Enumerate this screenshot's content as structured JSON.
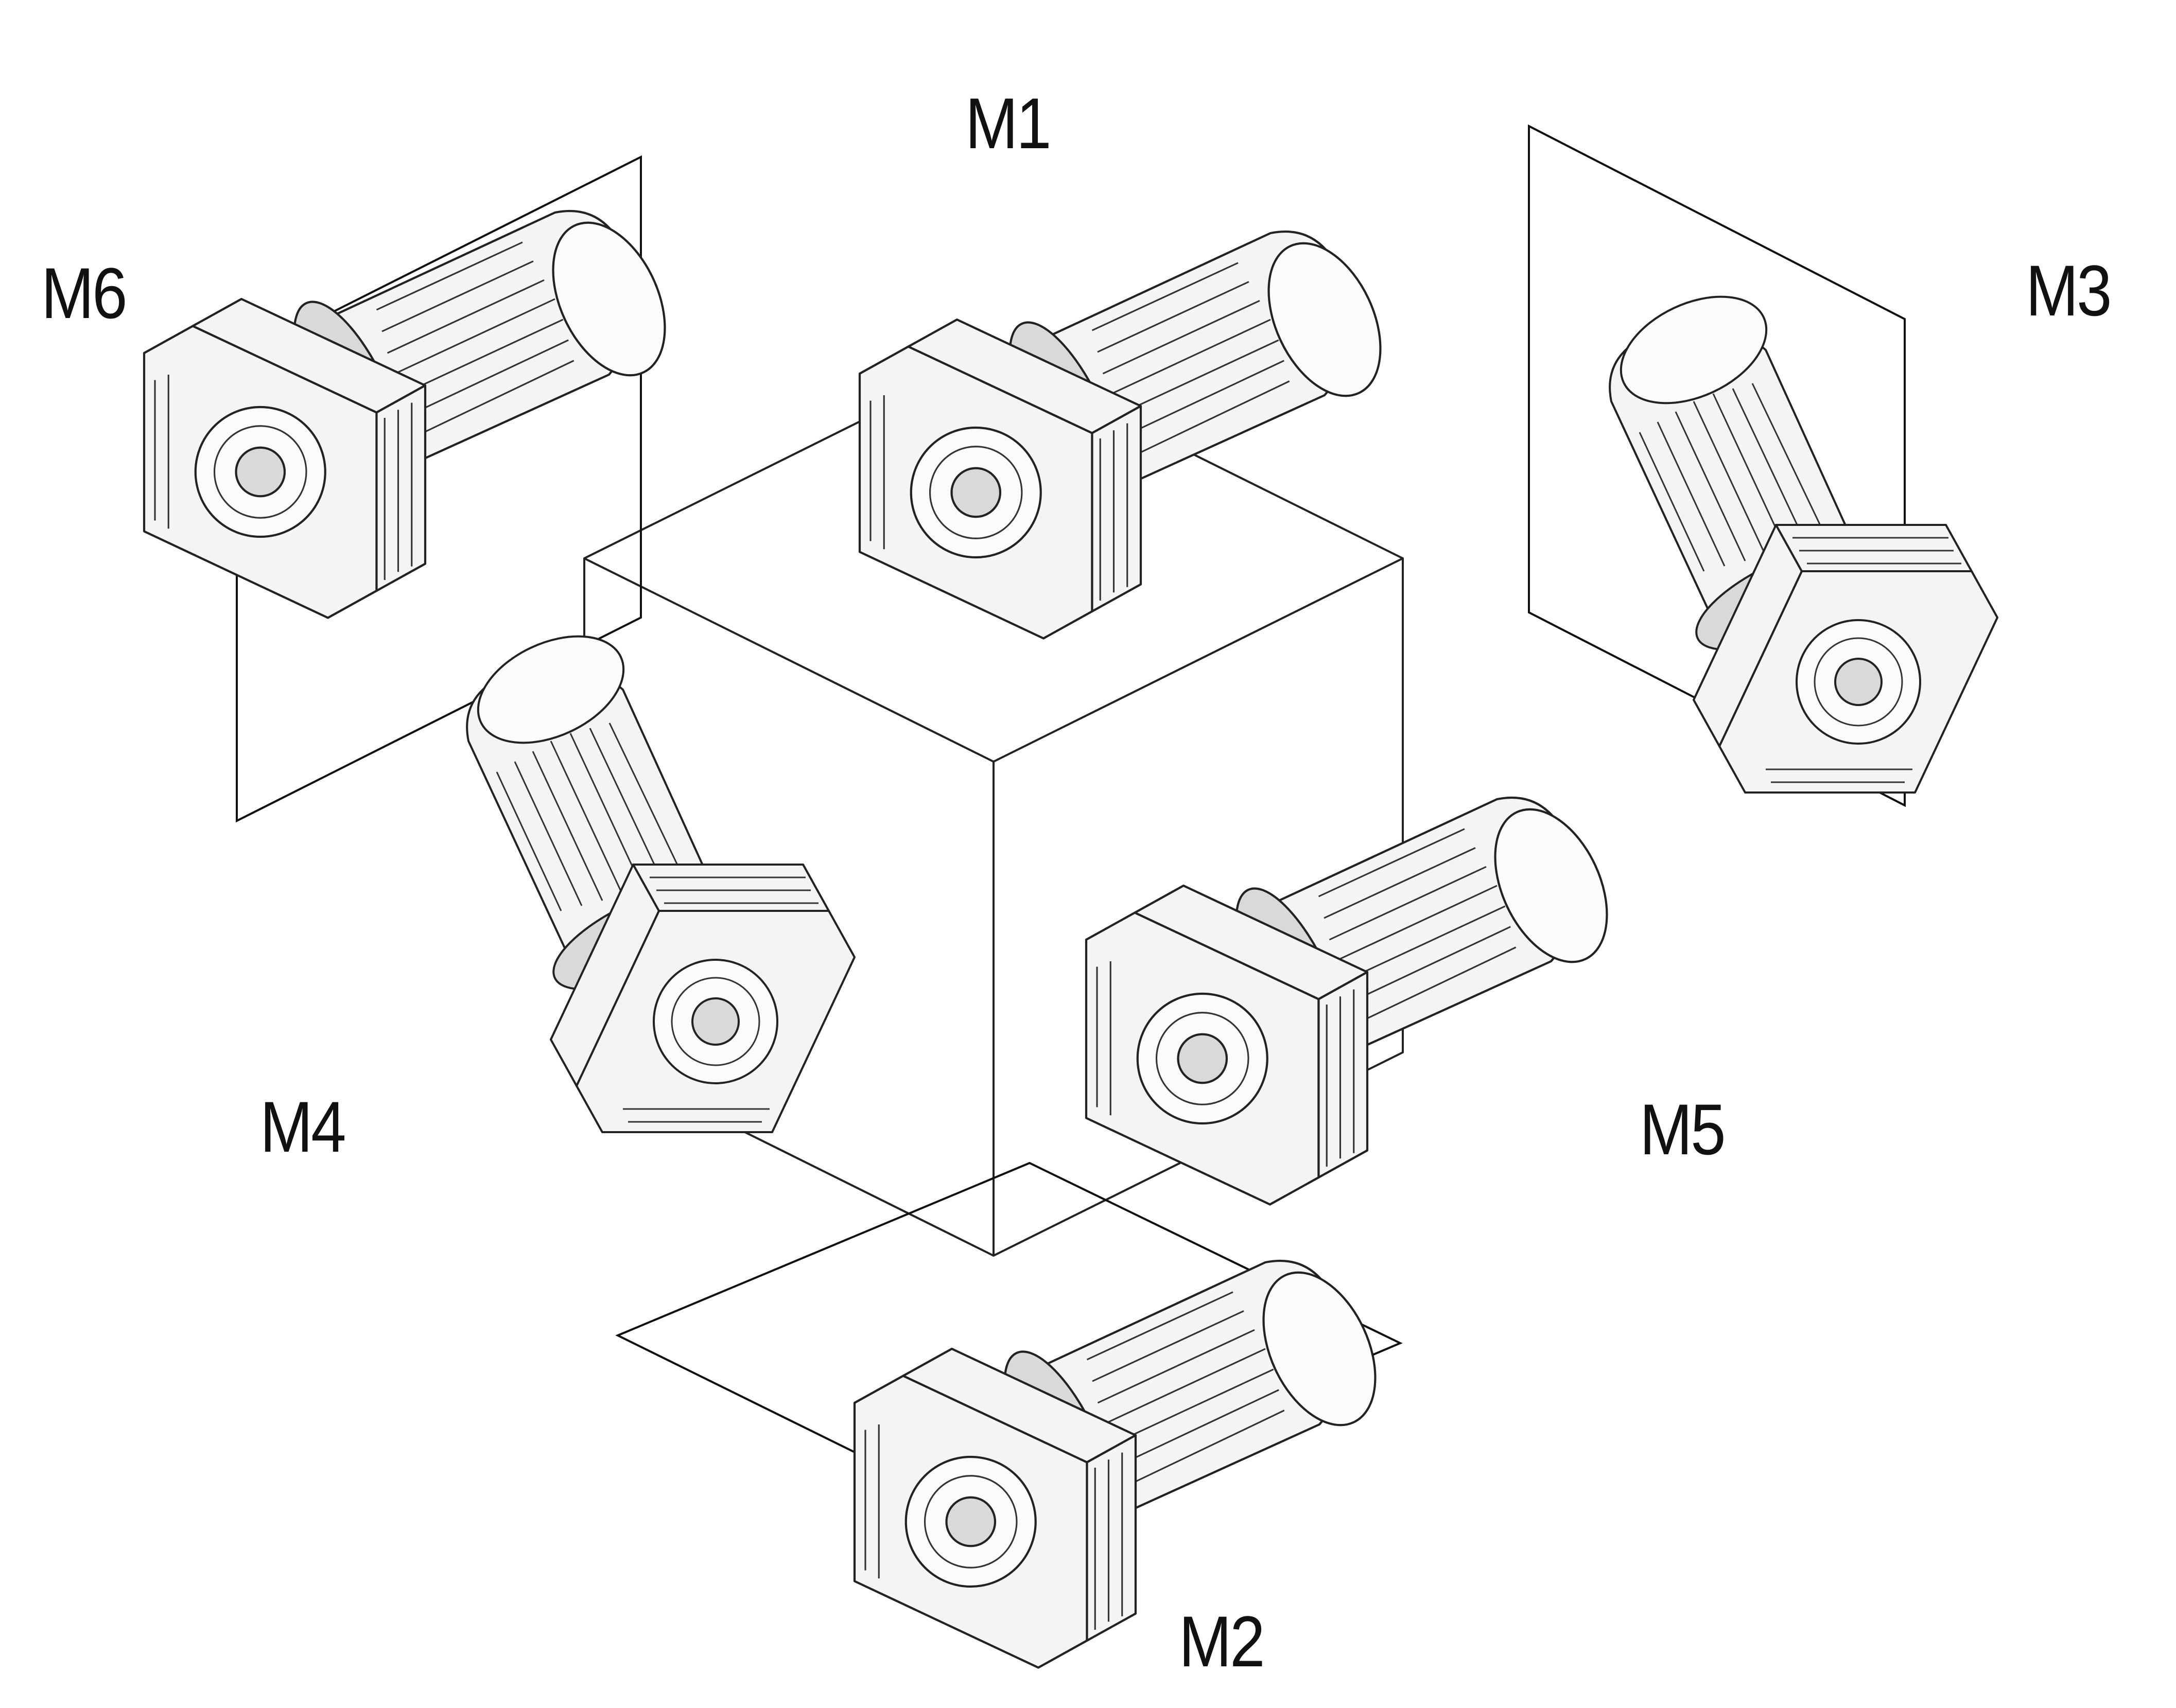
{
  "labels": {
    "m1": "M1",
    "m2": "M2",
    "m3": "M3",
    "m4": "M4",
    "m5": "M5",
    "m6": "M6"
  },
  "colors": {
    "line": "#222222",
    "housing_fill": "#f4f4f4",
    "shaded_fill": "#d9d9d9",
    "background": "#ffffff"
  }
}
